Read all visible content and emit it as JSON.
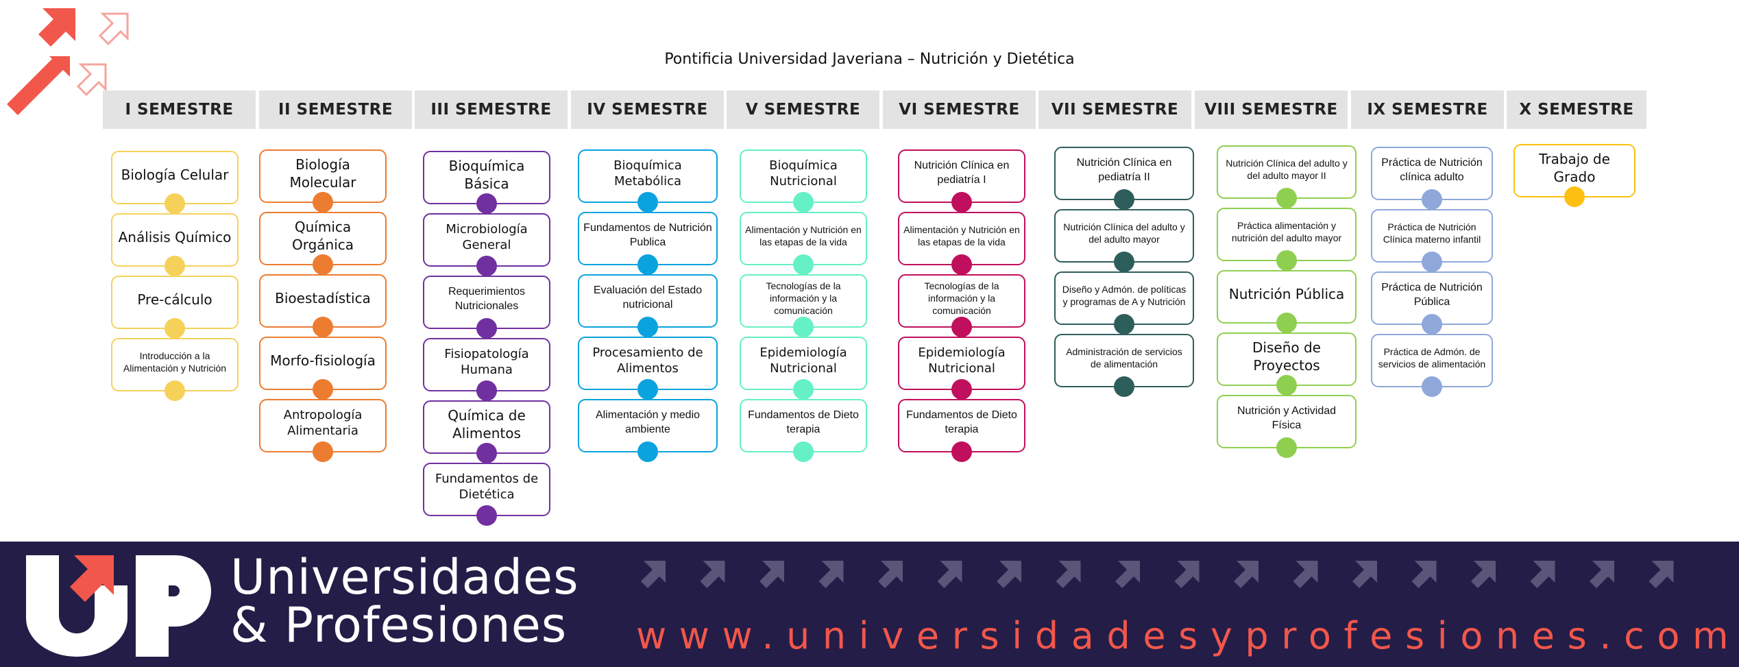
{
  "title": "Pontificia Universidad Javeriana – Nutrición y Dietética",
  "colors": {
    "accent_orange": "#f2574b",
    "banner_bg": "#241d47",
    "header_bg": "#e3e3e3"
  },
  "semesters": [
    {
      "name": "I SEMESTRE",
      "color": "#f6d15a",
      "courses": [
        "Biología Celular",
        "Análisis Químico",
        "Pre-cálculo",
        "Introducción a la Alimentación y Nutrición"
      ]
    },
    {
      "name": "II SEMESTRE",
      "color": "#ec7c30",
      "courses": [
        "Biología Molecular",
        "Química Orgánica",
        "Bioestadística",
        "Morfo-fisiología",
        "Antropología Alimentaria"
      ]
    },
    {
      "name": "III SEMESTRE",
      "color": "#7030a0",
      "courses": [
        "Bioquímica Básica",
        "Microbiología General",
        "Requerimientos Nutricionales",
        "Fisiopatología Humana",
        "Química de Alimentos",
        "Fundamentos de Dietética"
      ]
    },
    {
      "name": "IV SEMESTRE",
      "color": "#0aa3de",
      "courses": [
        "Bioquímica Metabólica",
        "Fundamentos de Nutrición Publica",
        "Evaluación del Estado nutricional",
        "Procesamiento de Alimentos",
        "Alimentación y medio ambiente"
      ]
    },
    {
      "name": "V SEMESTRE",
      "color": "#66f0c6",
      "courses": [
        "Bioquímica Nutricional",
        "Alimentación y Nutrición en las etapas de la vida",
        "Tecnologías de la información y la comunicación",
        "Epidemiología Nutricional",
        "Fundamentos de Dieto terapia"
      ]
    },
    {
      "name": "VI SEMESTRE",
      "color": "#c00f5c",
      "courses": [
        "Nutrición Clínica en pediatría I",
        "Alimentación y Nutrición en las etapas de la vida",
        "Tecnologías de la información y la comunicación",
        "Epidemiología Nutricional",
        "Fundamentos de Dieto terapia"
      ]
    },
    {
      "name": "VII SEMESTRE",
      "color": "#2e5e5c",
      "courses": [
        "Nutrición Clínica en pediatría II",
        "Nutrición Clínica del adulto y del adulto mayor",
        "Diseño y Admón. de políticas y programas de A y Nutrición",
        "Administración de servicios de alimentación"
      ]
    },
    {
      "name": "VIII SEMESTRE",
      "color": "#8fcf50",
      "courses": [
        "Nutrición Clínica del adulto y del adulto mayor II",
        "Práctica alimentación y nutrición del adulto mayor",
        "Nutrición Pública",
        "Diseño de Proyectos",
        "Nutrición y Actividad Física"
      ]
    },
    {
      "name": "IX SEMESTRE",
      "color": "#8ea8da",
      "courses": [
        "Práctica de Nutrición clínica adulto",
        "Práctica de Nutrición Clínica materno infantil",
        "Práctica de Nutrición Pública",
        "Práctica de Admón. de servicios de alimentación"
      ]
    },
    {
      "name": "X SEMESTRE",
      "color": "#fdc010",
      "courses": [
        "Trabajo de Grado"
      ]
    }
  ],
  "brand": {
    "line1": "Universidades",
    "line2": "& Profesiones",
    "url": "www.universidadesyprofesiones.com",
    "logo_letters": "UP"
  }
}
